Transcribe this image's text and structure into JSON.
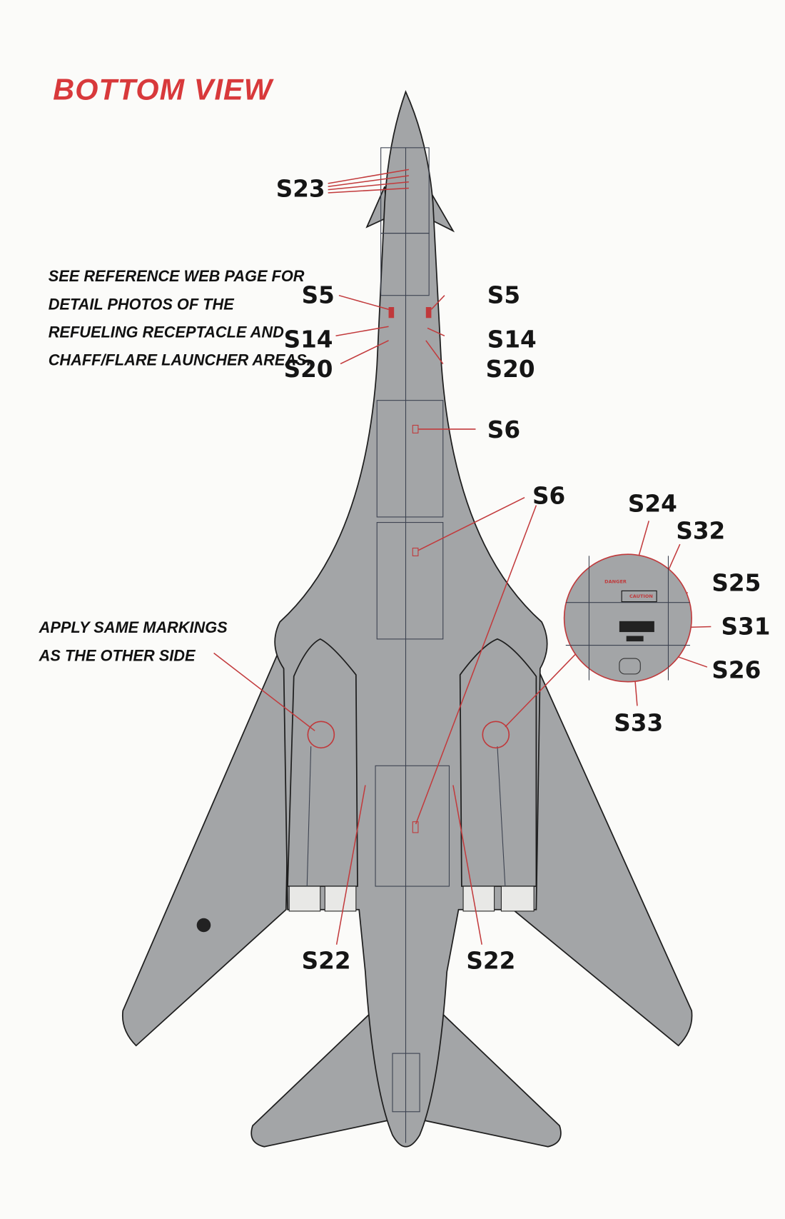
{
  "title": "BOTTOM VIEW",
  "notes": {
    "reference": [
      "SEE REFERENCE WEB PAGE FOR",
      "DETAIL PHOTOS OF THE",
      "REFUELING RECEPTACLE AND",
      "CHAFF/FLARE LAUNCHER AREAS."
    ],
    "apply_same": [
      "APPLY SAME MARKINGS",
      "AS THE OTHER SIDE"
    ]
  },
  "callouts": {
    "s23": "S23",
    "s5_left": "S5",
    "s5_right": "S5",
    "s14_left": "S14",
    "s14_right": "S14",
    "s20_left": "S20",
    "s20_right": "S20",
    "s6_upper": "S6",
    "s6_lower": "S6",
    "s24": "S24",
    "s32": "S32",
    "s25": "S25",
    "s31": "S31",
    "s26": "S26",
    "s33": "S33",
    "s22_left": "S22",
    "s22_right": "S22"
  },
  "detail_circle": {
    "danger": "DANGER",
    "caution": "CAUTION"
  },
  "colors": {
    "accent_red": "#d8393b",
    "aircraft_grey": "#a3a5a7",
    "paper": "#fbfbf9"
  }
}
